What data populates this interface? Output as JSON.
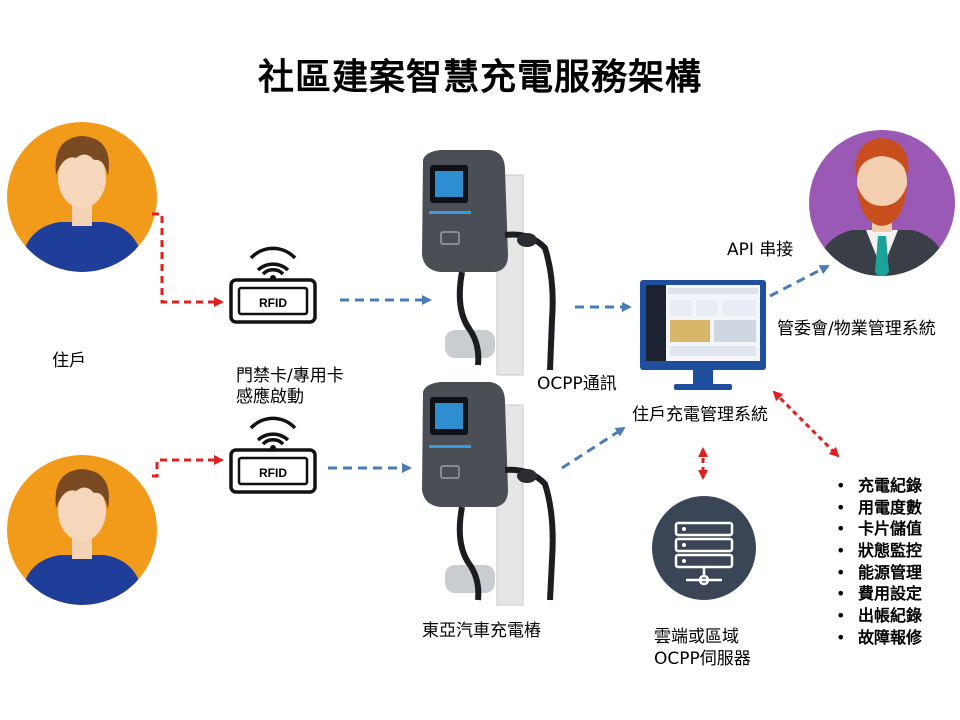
{
  "title": "社區建案智慧充電服務架構",
  "labels": {
    "resident": "住戶",
    "rfid_text": "RFID",
    "card_line1": "門禁卡/專用卡",
    "card_line2": "感應啟動",
    "ocpp_comm": "OCPP通訊",
    "charger_name": "東亞汽車充電樁",
    "api": "API 串接",
    "management": "管委會/物業管理系統",
    "resident_system": "住戶充電管理系統",
    "server_line1": "雲端或區域",
    "server_line2": "OCPP伺服器"
  },
  "features": [
    "充電紀錄",
    "用電度數",
    "卡片儲值",
    "狀態監控",
    "能源管理",
    "費用設定",
    "出帳紀錄",
    "故障報修"
  ],
  "colors": {
    "orange": "#F29A1A",
    "purple": "#9B59B6",
    "blue_arrow": "#4A7DB5",
    "red_arrow": "#E02020",
    "monitor": "#1F4E9C",
    "server": "#3A4656"
  }
}
